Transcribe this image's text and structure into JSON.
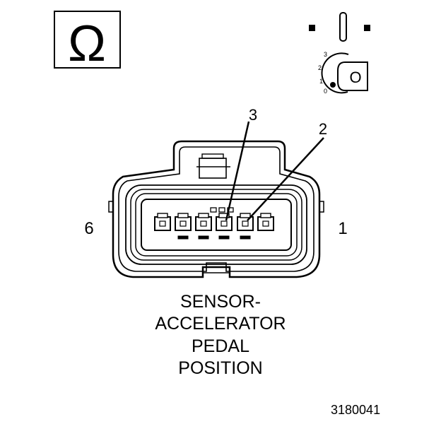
{
  "meter_icon": {
    "symbol": "Ω"
  },
  "ignition_icon": {
    "key_label": "O",
    "positions": [
      "3",
      "2",
      "1",
      "0"
    ]
  },
  "callouts": {
    "pin_3": "3",
    "pin_2": "2"
  },
  "connector": {
    "left_pin_label": "6",
    "right_pin_label": "1",
    "name_lines": [
      "SENSOR-",
      "ACCELERATOR",
      "PEDAL",
      "POSITION"
    ]
  },
  "figure_id": "3180041",
  "colors": {
    "ink": "#000000",
    "paper": "#ffffff"
  }
}
